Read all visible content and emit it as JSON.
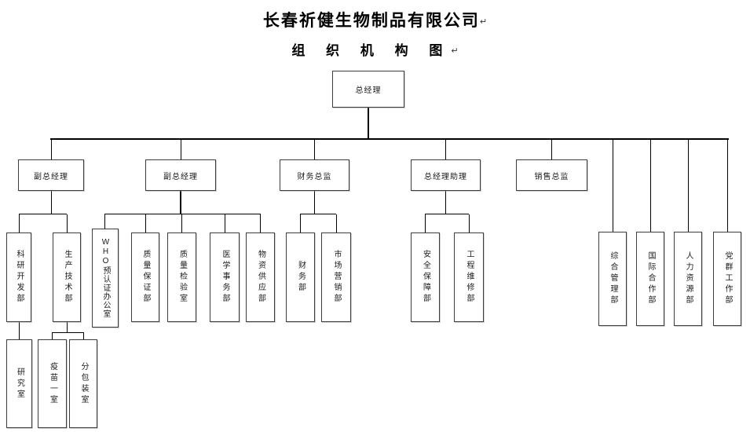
{
  "page": {
    "title": "长春祈健生物制品有限公司",
    "subtitle": "组 织 机 构 图",
    "paragraph_mark": "↵"
  },
  "org": {
    "root": {
      "label": "总经理"
    },
    "executives": [
      {
        "label": "副总经理",
        "departments": [
          {
            "label": "科研开发部",
            "rooms": [
              {
                "label": "研究室"
              }
            ]
          },
          {
            "label": "生产技术部",
            "rooms": [
              {
                "label": "疫苗一室"
              },
              {
                "label": "分包装室"
              }
            ]
          }
        ]
      },
      {
        "label": "副总经理",
        "departments": [
          {
            "label": "WHO预认证办公室"
          },
          {
            "label": "质量保证部"
          },
          {
            "label": "质量检验室"
          },
          {
            "label": "医学事务部"
          },
          {
            "label": "物资供应部"
          }
        ]
      },
      {
        "label": "财务总监",
        "departments": [
          {
            "label": "财务部"
          },
          {
            "label": "市场营销部"
          }
        ]
      },
      {
        "label": "总经理助理",
        "departments": [
          {
            "label": "安全保障部"
          },
          {
            "label": "工程维修部"
          }
        ]
      },
      {
        "label": "销售总监",
        "departments": []
      }
    ],
    "headquarters_departments": [
      {
        "label": "综合管理部"
      },
      {
        "label": "国际合作部"
      },
      {
        "label": "人力资源部"
      },
      {
        "label": "党群工作部"
      }
    ]
  }
}
